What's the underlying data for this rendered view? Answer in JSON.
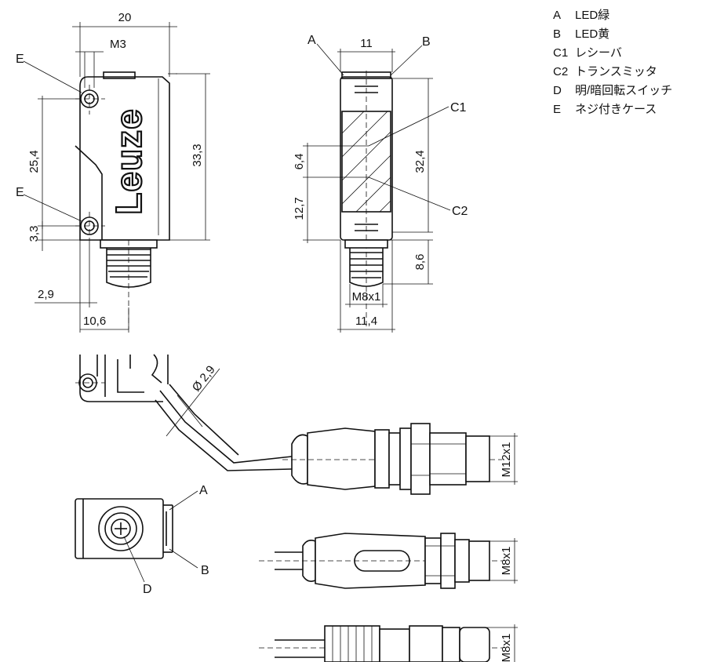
{
  "dimensions": {
    "front": {
      "width": "20",
      "thread": "M3",
      "height_overall": "33,3",
      "hole_spacing": "25,4",
      "hole_bottom": "3,3",
      "hole_side": "2,9",
      "connector_offset": "10,6"
    },
    "side": {
      "width": "11",
      "height": "32,4",
      "optics_upper": "6,4",
      "optics_lower": "12,7",
      "connector_length": "8,6",
      "connector_thread": "M8x1",
      "base_width": "11,4"
    },
    "cable": {
      "diameter": "Ø 2,9",
      "m12": "M12x1",
      "m8_a": "M8x1",
      "m8_b": "M8x1"
    }
  },
  "callouts": {
    "a_top": "A",
    "b_top": "B",
    "c1": "C1",
    "c2": "C2",
    "e_top": "E",
    "e_bottom": "E",
    "a_bottom": "A",
    "b_bottom": "B",
    "d": "D"
  },
  "logo_text": "Leuze",
  "legend": [
    {
      "key": "A",
      "text": "LED緑"
    },
    {
      "key": "B",
      "text": "LED黄"
    },
    {
      "key": "C1",
      "text": "レシーバ"
    },
    {
      "key": "C2",
      "text": "トランスミッタ"
    },
    {
      "key": "D",
      "text": "明/暗回転スイッチ"
    },
    {
      "key": "E",
      "text": "ネジ付きケース"
    }
  ]
}
